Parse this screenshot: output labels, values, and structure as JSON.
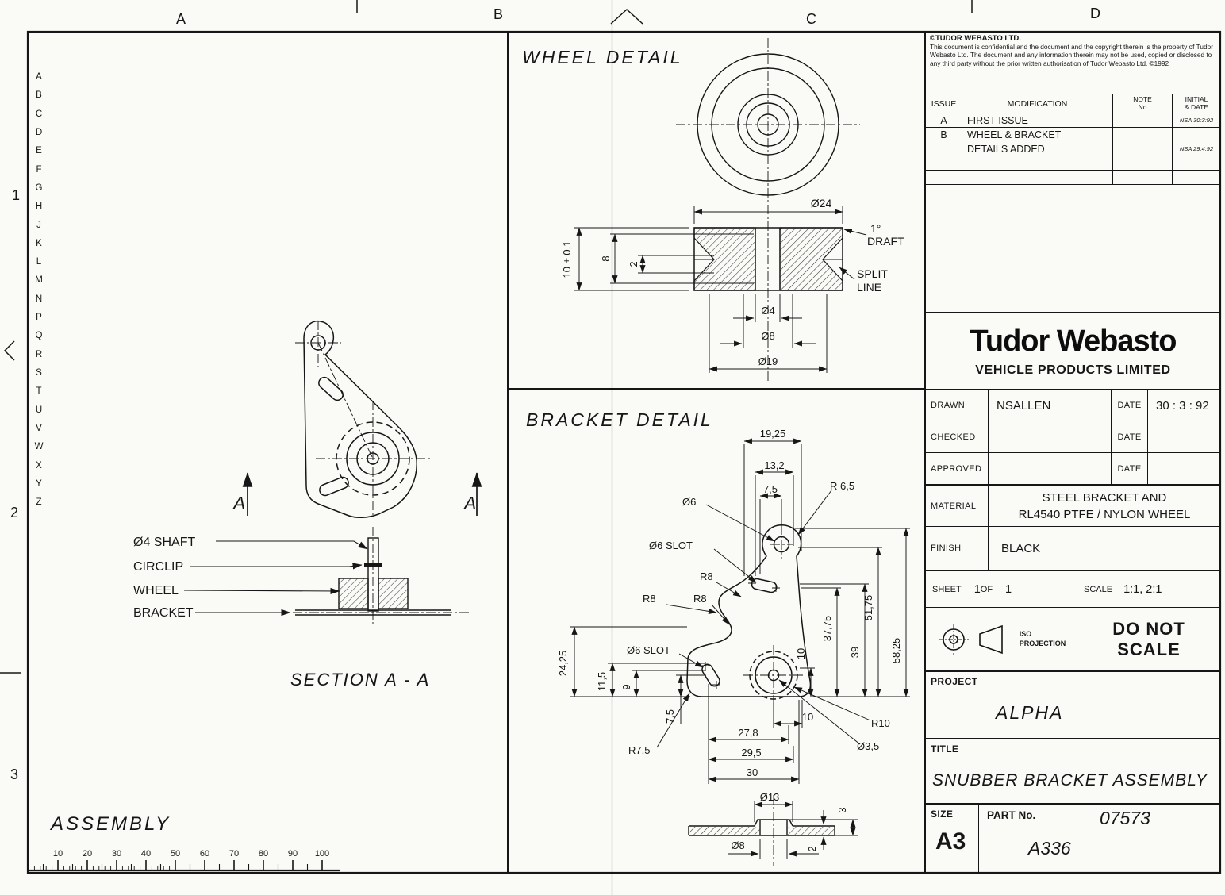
{
  "grid": {
    "top": [
      "A",
      "B",
      "C",
      "D"
    ],
    "side": [
      "1",
      "2",
      "3"
    ],
    "border_letters": [
      "A",
      "B",
      "C",
      "D",
      "E",
      "F",
      "G",
      "H",
      "J",
      "K",
      "L",
      "M",
      "N",
      "P",
      "Q",
      "R",
      "S",
      "T",
      "U",
      "V",
      "W",
      "X",
      "Y",
      "Z"
    ]
  },
  "assembly": {
    "title": "ASSEMBLY",
    "section_label": "SECTION A - A",
    "cut_marker": "A",
    "callouts": {
      "shaft": "Ø4 SHAFT",
      "circlip": "CIRCLIP",
      "wheel": "WHEEL",
      "bracket": "BRACKET"
    },
    "ruler_labels": [
      "10",
      "20",
      "30",
      "40",
      "50",
      "60",
      "70",
      "80",
      "90",
      "100"
    ]
  },
  "wheel": {
    "title": "WHEEL DETAIL",
    "dims": {
      "d24": "Ø24",
      "draft_deg": "1°",
      "draft": "DRAFT",
      "split_1": "SPLIT",
      "split_2": "LINE",
      "h10": "10 ± 0,1",
      "h8": "8",
      "h2": "2",
      "d4": "Ø4",
      "d8": "Ø8",
      "d19": "Ø19"
    }
  },
  "bracket": {
    "title": "BRACKET DETAIL",
    "dims": {
      "w1925": "19,25",
      "w132": "13,2",
      "w75": "7,5",
      "r65": "R 6,5",
      "d6": "Ø6",
      "slot_a": "Ø6 SLOT",
      "r8a": "R8",
      "r8b": "R8",
      "r8c": "R8",
      "slot_b": "Ø6 SLOT",
      "h2425": "24,25",
      "h115": "11,5",
      "h9": "9",
      "h75": "7,5",
      "r75": "R7,5",
      "w278": "27,8",
      "w295": "29,5",
      "w30": "30",
      "w10": "10",
      "r10": "R10",
      "d35": "Ø3,5",
      "v10": "10",
      "v3775": "37,75",
      "v39": "39",
      "v5175": "51,75",
      "v5825": "58,25",
      "d13": "Ø13",
      "v3": "3",
      "d8": "Ø8",
      "v2": "2"
    }
  },
  "titleblock": {
    "copyright_title": "©TUDOR WEBASTO LTD.",
    "copyright_body": "This document is confidential and the document and the copyright therein is the property of Tudor Webasto Ltd. The document and any information therein may not be used, copied or disclosed to any third party without the prior written authorisation of Tudor Webasto Ltd.    ©1992",
    "issue": {
      "h_issue": "ISSUE",
      "h_mod": "MODIFICATION",
      "h_note_1": "NOTE",
      "h_note_2": "No",
      "h_init_1": "INITIAL",
      "h_init_2": "& DATE",
      "row_a_issue": "A",
      "row_a_mod": "FIRST ISSUE",
      "row_a_init": "NSA 30:3:92",
      "row_b_issue": "B",
      "row_b_mod": "WHEEL & BRACKET",
      "row_b2_mod": "DETAILS ADDED",
      "row_b2_init": "NSA 29:4:92"
    },
    "logo": "Tudor Webasto",
    "company": "VEHICLE PRODUCTS LIMITED",
    "drawn_label": "DRAWN",
    "drawn_value": "NSALLEN",
    "date_label": "DATE",
    "drawn_date": "30 : 3 : 92",
    "checked_label": "CHECKED",
    "approved_label": "APPROVED",
    "material_label": "MATERIAL",
    "material_1": "STEEL BRACKET AND",
    "material_2": "RL4540 PTFE / NYLON WHEEL",
    "finish_label": "FINISH",
    "finish_value": "BLACK",
    "sheet_label": "SHEET",
    "sheet_num": "1",
    "of_label": "OF",
    "of_num": "1",
    "scale_label": "SCALE",
    "scale_value": "1:1,  2:1",
    "iso_1": "ISO",
    "iso_2": "PROJECTION",
    "noscale_1": "DO NOT",
    "noscale_2": "SCALE",
    "project_label": "PROJECT",
    "project_value": "ALPHA",
    "title_label": "TITLE",
    "title_value": "SNUBBER BRACKET ASSEMBLY",
    "size_label": "SIZE",
    "size_value": "A3",
    "part_label": "PART No.",
    "part_written": "07573",
    "part_value": "A336"
  }
}
